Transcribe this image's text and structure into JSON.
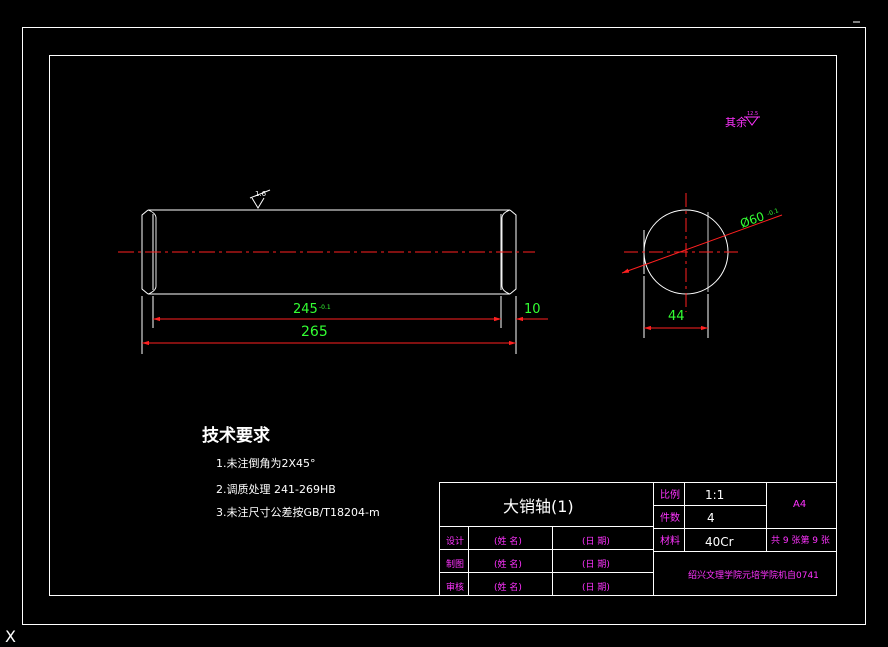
{
  "drawing": {
    "roughness_mark_part": "1.6",
    "roughness_note_label": "其余",
    "roughness_note_value": "12.5"
  },
  "dimensions": {
    "inner_length": "245",
    "inner_length_tol": "-0.1",
    "total_length": "265",
    "chamfer_len": "10",
    "diameter": "Ø60",
    "diameter_tol": "-0.1",
    "flat_width": "44"
  },
  "tech_req": {
    "title": "技术要求",
    "items": [
      "1.未注倒角为2X45°",
      "2.调质处理 241-269HB",
      "3.未注尺寸公差按GB/T18204-m"
    ]
  },
  "title_block": {
    "part_name": "大销轴(1)",
    "scale_label": "比例",
    "scale_value": "1:1",
    "qty_label": "件数",
    "qty_value": "4",
    "material_label": "材料",
    "material_value": "40Cr",
    "paper": "A4",
    "sheet_info": "共 9 张第 9 张",
    "designer_label": "设计",
    "drafter_label": "制图",
    "reviewer_label": "审核",
    "name_field": "(姓 名)",
    "date_field": "(日 期)",
    "institution": "绍兴文理学院元培学院机自0741"
  },
  "colors": {
    "background": "#000000",
    "line": "#ffffff",
    "dimension": "#33ff33",
    "arrow": "#ff2020",
    "centerline": "#ff2020",
    "annotation": "#ff33ff"
  },
  "status": {
    "cursor_glyph": "X"
  }
}
